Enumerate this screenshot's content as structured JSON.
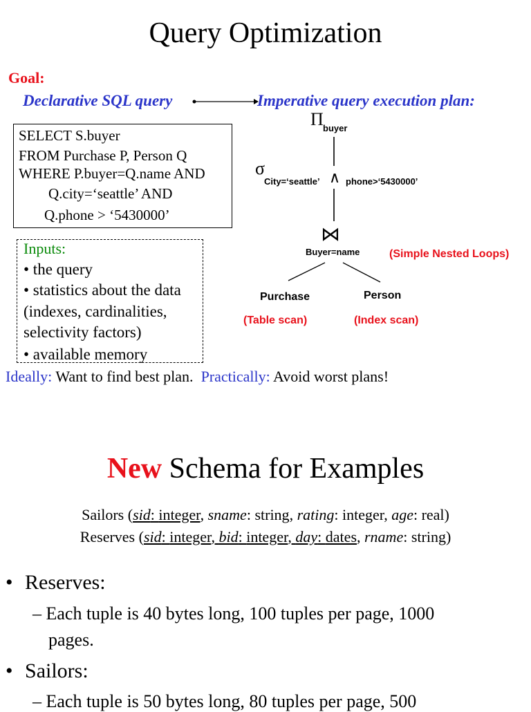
{
  "slide1": {
    "title": "Query Optimization",
    "goal_label": "Goal:",
    "declarative": "Declarative SQL query",
    "imperative": "Imperative query execution plan:",
    "sql_lines": [
      "SELECT  S.buyer",
      "FROM Purchase P, Person Q",
      "WHERE P.buyer=Q.name AND",
      "Q.city=‘seattle’ AND",
      "Q.phone > ‘5430000’"
    ],
    "inputs_title": "Inputs:",
    "inputs_lines": [
      "•  the query",
      "•  statistics about the data",
      "(indexes, cardinalities,",
      "selectivity factors)",
      "•  available memory"
    ],
    "plan": {
      "pi_symbol": "Π",
      "pi_sub": "buyer",
      "sigma_symbol": "σ",
      "sigma_cond_left": "City=‘seattle’",
      "and_symbol": "∧",
      "sigma_cond_right": "phone>‘5430000’",
      "join_symbol": "⋈",
      "join_cond": "Buyer=name",
      "join_method": "(Simple Nested Loops)",
      "left_table": "Purchase",
      "left_access": "(Table scan)",
      "right_table": "Person",
      "right_access": "(Index scan)"
    },
    "ideally_label": "Ideally:",
    "ideally_text": "Want to find best plan.",
    "practically_label": "Practically:",
    "practically_text": "Avoid worst plans!"
  },
  "slide2": {
    "title_new": "New",
    "title_rest": "Schema for Examples",
    "sailors_schema": {
      "name": "Sailors",
      "fields": [
        {
          "name": "sid",
          "type": "integer",
          "key": true
        },
        {
          "name": "sname",
          "type": "string",
          "key": false
        },
        {
          "name": "rating",
          "type": "integer",
          "key": false
        },
        {
          "name": "age",
          "type": "real",
          "key": false
        }
      ]
    },
    "reserves_schema": {
      "name": "Reserves",
      "fields": [
        {
          "name": "sid",
          "type": "integer",
          "key": true
        },
        {
          "name": "bid",
          "type": "integer",
          "key": true
        },
        {
          "name": "day",
          "type": "dates",
          "key": true
        },
        {
          "name": "rname",
          "type": "string",
          "key": false
        }
      ]
    },
    "reserves_heading": "Reserves:",
    "reserves_detail_1": "Each tuple is 40 bytes long,  100 tuples per page, 1000",
    "reserves_detail_2": "pages.",
    "sailors_heading": "Sailors:",
    "sailors_detail": "Each tuple is 50 bytes long,  80 tuples per page, 500"
  },
  "colors": {
    "red": "#e8111b",
    "blue": "#2b35c9",
    "green": "#0a8a0a"
  }
}
